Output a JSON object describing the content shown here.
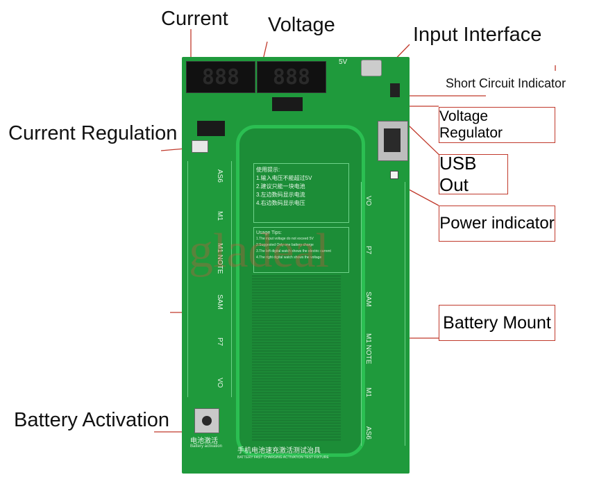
{
  "labels": {
    "current": "Current",
    "voltage": "Voltage",
    "input_interface": "Input Interface",
    "short_circuit_indicator": "Short Circuit Indicator",
    "current_regulation": "Current Regulation",
    "voltage_regulator": "Voltage Regulator",
    "usb_out": "USB Out",
    "power_indicator": "Power indicator",
    "battery_mount": "Battery Mount",
    "battery_activation": "Battery Activation"
  },
  "board": {
    "display_current": "888",
    "display_voltage": "888",
    "input_5v": "5V",
    "left_models": [
      "AS6",
      "M1",
      "M1 NOTE",
      "SAM",
      "P7",
      "VO"
    ],
    "right_models": [
      "VO",
      "P7",
      "SAM",
      "M1 NOTE",
      "M1",
      "AS6"
    ],
    "tips_cn_title": "使用提示:",
    "tips_cn_lines": [
      "1.输入电压不能超过5V",
      "2.建议只能一块电池",
      "3.左边数码显示电流",
      "4.右边数码显示电压"
    ],
    "tips_en_title": "Usage Tips:",
    "tips_en_lines": [
      "1.The input voltage do not exceed 5V",
      "2.Suggested Only one battery charge",
      "3.The left digital watch shows the electric current",
      "4.The right digital watch shows the voltage"
    ],
    "button_cn": "电池激活",
    "button_en": "Battery activation",
    "bottom_cn": "手机电池速充激活测试治具",
    "bottom_en": "BATTERY FAST CHARGING ACTIVATION TEST FIXTURE",
    "watermark": "gladeal"
  },
  "colors": {
    "pcb": "#1f9a3c",
    "pcb_dark": "#178131",
    "leader": "#c0392b"
  }
}
